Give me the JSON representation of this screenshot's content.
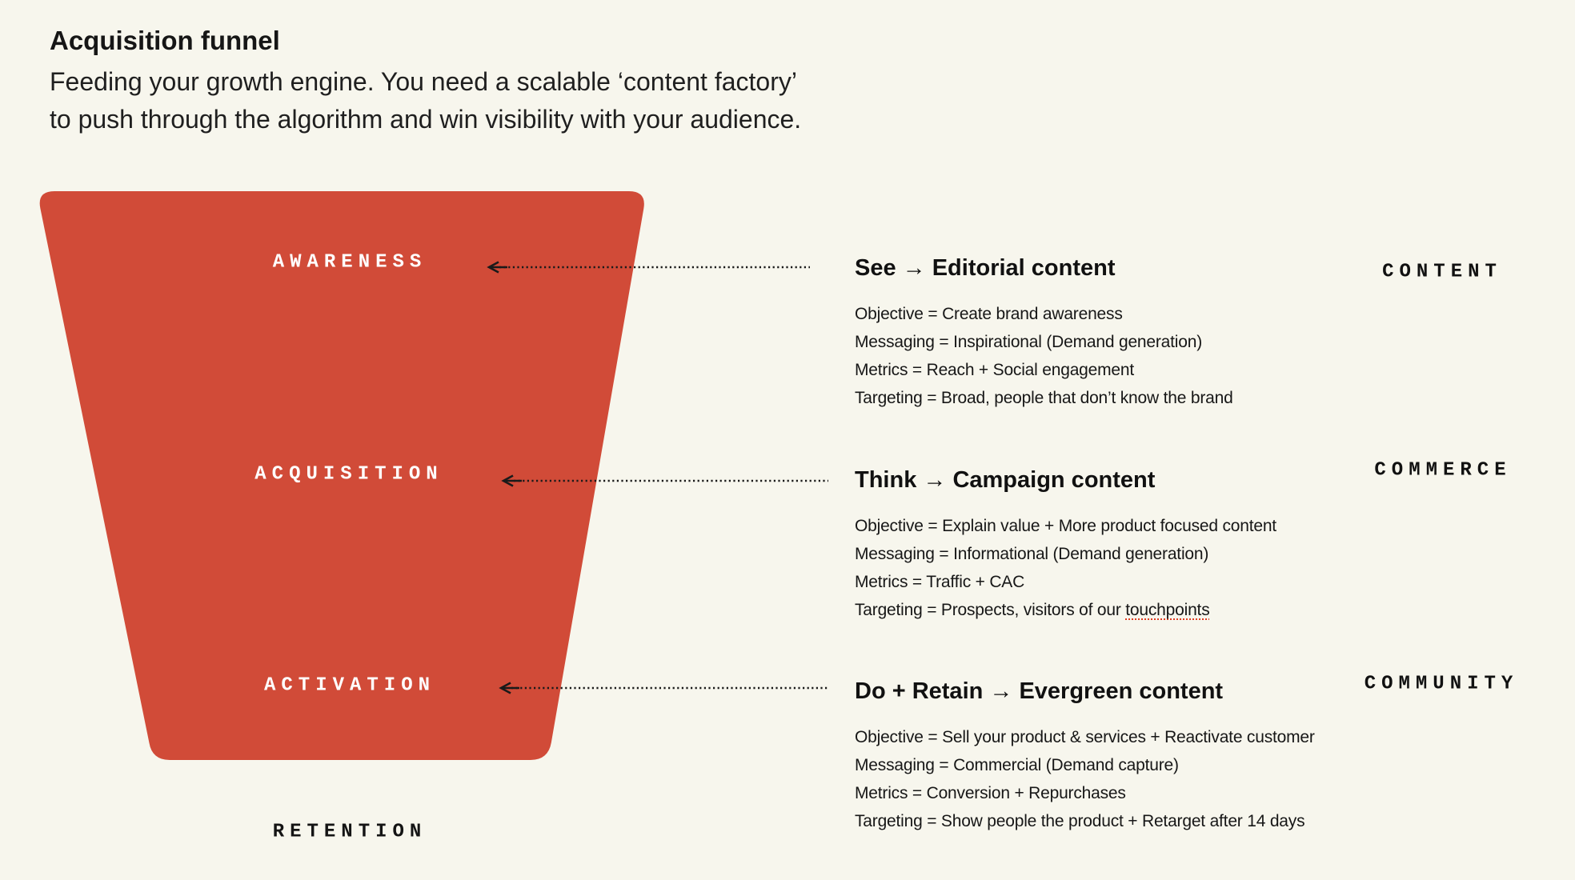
{
  "header": {
    "title": "Acquisition funnel",
    "subtitle": "Feeding your growth engine. You need a scalable ‘content factory’\nto push through the algorithm and win visibility with your audience."
  },
  "colors": {
    "background": "#f7f6ed",
    "funnel": "#d14b38",
    "text": "#1c1c1c",
    "arrow": "#1a1a1a",
    "spellcheck_underline": "#e03c20"
  },
  "funnel": {
    "stages": [
      {
        "label": "AWARENESS"
      },
      {
        "label": "ACQUISITION"
      },
      {
        "label": "ACTIVATION"
      },
      {
        "label": "RETENTION"
      }
    ]
  },
  "sections": [
    {
      "heading": "See → Editorial content",
      "category": "CONTENT",
      "lines": [
        "Objective = Create brand awareness",
        "Messaging = Inspirational (Demand generation)",
        "Metrics = Reach + Social engagement",
        "Targeting = Broad, people that don’t know the brand"
      ]
    },
    {
      "heading": "Think → Campaign content",
      "category": "COMMERCE",
      "lines": [
        "Objective = Explain value + More product focused content",
        "Messaging = Informational (Demand generation)",
        "Metrics = Traffic + CAC",
        "Targeting = Prospects, visitors of our "
      ],
      "spellcheck_word": "touchpoints"
    },
    {
      "heading": "Do + Retain → Evergreen content",
      "category": "COMMUNITY",
      "lines": [
        "Objective = Sell your product & services + Reactivate customer",
        "Messaging = Commercial (Demand capture)",
        "Metrics = Conversion + Repurchases",
        "Targeting = Show people the product + Retarget after 14 days"
      ]
    }
  ]
}
